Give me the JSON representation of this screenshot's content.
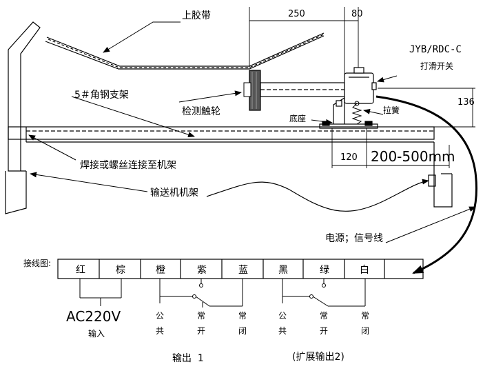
{
  "labels": {
    "upper_belt": "上胶带",
    "angle_steel": "5＃角钢支架",
    "detect_wheel": "检测触轮",
    "base": "底座",
    "spring": "拉簧",
    "weld": "焊接或螺丝连接至机架",
    "conveyor_frame": "输送机机架",
    "model": "JYB/RDC-C",
    "switch_name": "打滑开关",
    "power_signal": "电源；信号线",
    "wiring": "接线图:"
  },
  "dimensions": {
    "d250": "250",
    "d80": "80",
    "d136": "136",
    "d120": "120",
    "d200_500": "200-500mm"
  },
  "terminals": [
    "红",
    "棕",
    "橙",
    "紫",
    "蓝",
    "黑",
    "绿",
    "白",
    ""
  ],
  "bottom": {
    "ac": "AC220V",
    "input": "输入",
    "out1": {
      "common_chars": [
        "公",
        "共"
      ],
      "open_chars": [
        "常",
        "开"
      ],
      "closed_chars": [
        "常",
        "闭"
      ]
    },
    "out2": {
      "common_chars": [
        "公",
        "共"
      ],
      "open_chars": [
        "常",
        "开"
      ],
      "closed_chars": [
        "常",
        "闭"
      ]
    },
    "output1": "输出  1",
    "output2": "(扩展输出2)"
  }
}
